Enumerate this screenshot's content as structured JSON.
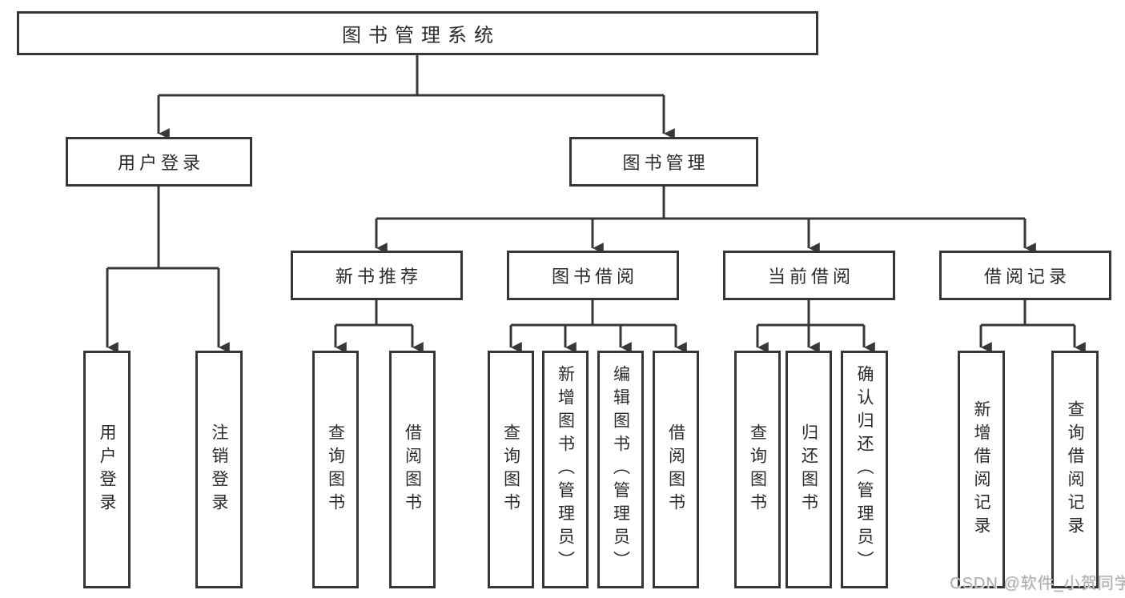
{
  "tree": {
    "root": "图书管理系统",
    "branches": [
      {
        "label": "用户登录",
        "children": [
          "用户登录",
          "注销登录"
        ]
      },
      {
        "label": "图书管理",
        "sections": [
          {
            "label": "新书推荐",
            "children": [
              "查询图书",
              "借阅图书"
            ]
          },
          {
            "label": "图书借阅",
            "children": [
              "查询图书",
              "新增图书（管理员）",
              "编辑图书（管理员）",
              "借阅图书"
            ]
          },
          {
            "label": "当前借阅",
            "children": [
              "查询图书",
              "归还图书",
              "确认归还（管理员）"
            ]
          },
          {
            "label": "借阅记录",
            "children": [
              "新增借阅记录",
              "查询借阅记录"
            ]
          }
        ]
      }
    ]
  },
  "watermark": {
    "text": "CSDN @软件_小贺同学"
  },
  "colors": {
    "box_border": "#363636",
    "connector": "#383838",
    "text": "#2b2b2b",
    "watermark": "#adadad",
    "background": "#ffffff"
  }
}
